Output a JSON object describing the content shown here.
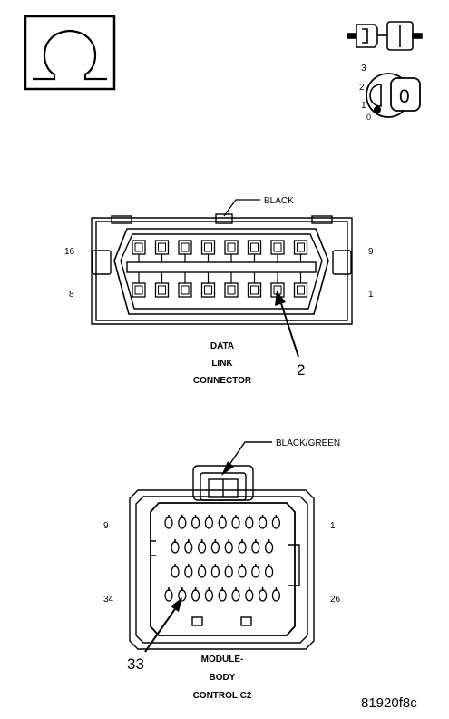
{
  "meter_symbol": {
    "icon": "ohm-symbol-icon"
  },
  "connector_icon": {
    "icon": "connector-plug-icon"
  },
  "ignition_switch": {
    "icon": "ignition-key-icon",
    "positions": [
      "3",
      "2",
      "1",
      "0"
    ],
    "key_label": "0"
  },
  "data_link_connector": {
    "color_label": "BLACK",
    "pin_labels": {
      "top_left": "16",
      "top_right": "9",
      "bottom_left": "8",
      "bottom_right": "1"
    },
    "callout_pin": "2",
    "name_lines": [
      "DATA",
      "LINK",
      "CONNECTOR"
    ]
  },
  "body_control_module": {
    "color_label": "BLACK/GREEN",
    "pin_labels": {
      "top_left": "9",
      "top_right": "1",
      "bottom_left": "34",
      "bottom_right": "26"
    },
    "callout_pin": "33",
    "name_lines": [
      "MODULE-",
      "BODY",
      "CONTROL C2"
    ]
  },
  "figure_id": "81920f8c"
}
